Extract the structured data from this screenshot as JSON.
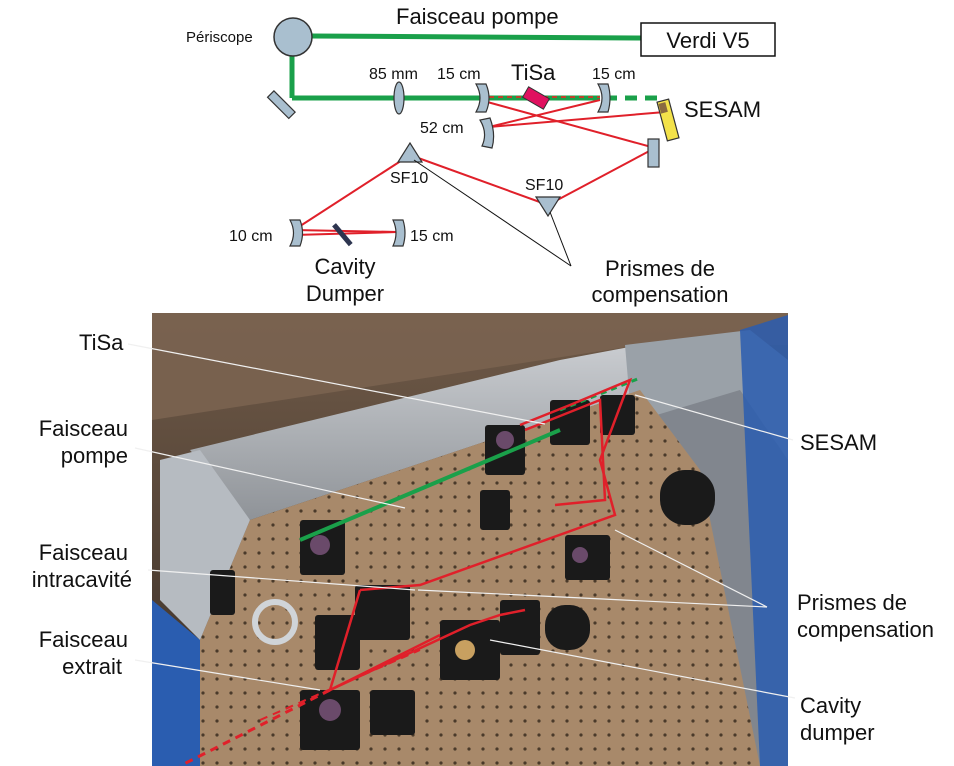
{
  "schematic": {
    "pump_beam_label": "Faisceau pompe",
    "periscope_label": "Périscope",
    "laser_label": "Verdi V5",
    "lens_label": "85 mm",
    "mirror_left_label": "15 cm",
    "crystal_label": "TiSa",
    "mirror_right_label": "15 cm",
    "mirror_low_label": "52 cm",
    "sesam_label": "SESAM",
    "prism1_label": "SF10",
    "prism2_label": "SF10",
    "dumper_mirror_left_label": "10 cm",
    "dumper_mirror_right_label": "15 cm",
    "dumper_label_line1": "Cavity",
    "dumper_label_line2": "Dumper",
    "prisms_label_line1": "Prismes de",
    "prisms_label_line2": "compensation"
  },
  "photo": {
    "labels": {
      "tisa": "TiSa",
      "pump_line1": "Faisceau",
      "pump_line2": "pompe",
      "intracavity_line1": "Faisceau",
      "intracavity_line2": "intracavité",
      "extracted_line1": "Faisceau",
      "extracted_line2": "extrait",
      "sesam": "SESAM",
      "prisms_line1": "Prismes de",
      "prisms_line2": "compensation",
      "dumper_line1": "Cavity",
      "dumper_line2": "dumper"
    }
  },
  "colors": {
    "pump_beam": "#1aa04a",
    "cavity_beam": "#e0202a",
    "optics": "#a9bfcf",
    "crystal": "#e0115f",
    "sesam": "#f3e24a",
    "table_frame": "#2a5db0"
  }
}
